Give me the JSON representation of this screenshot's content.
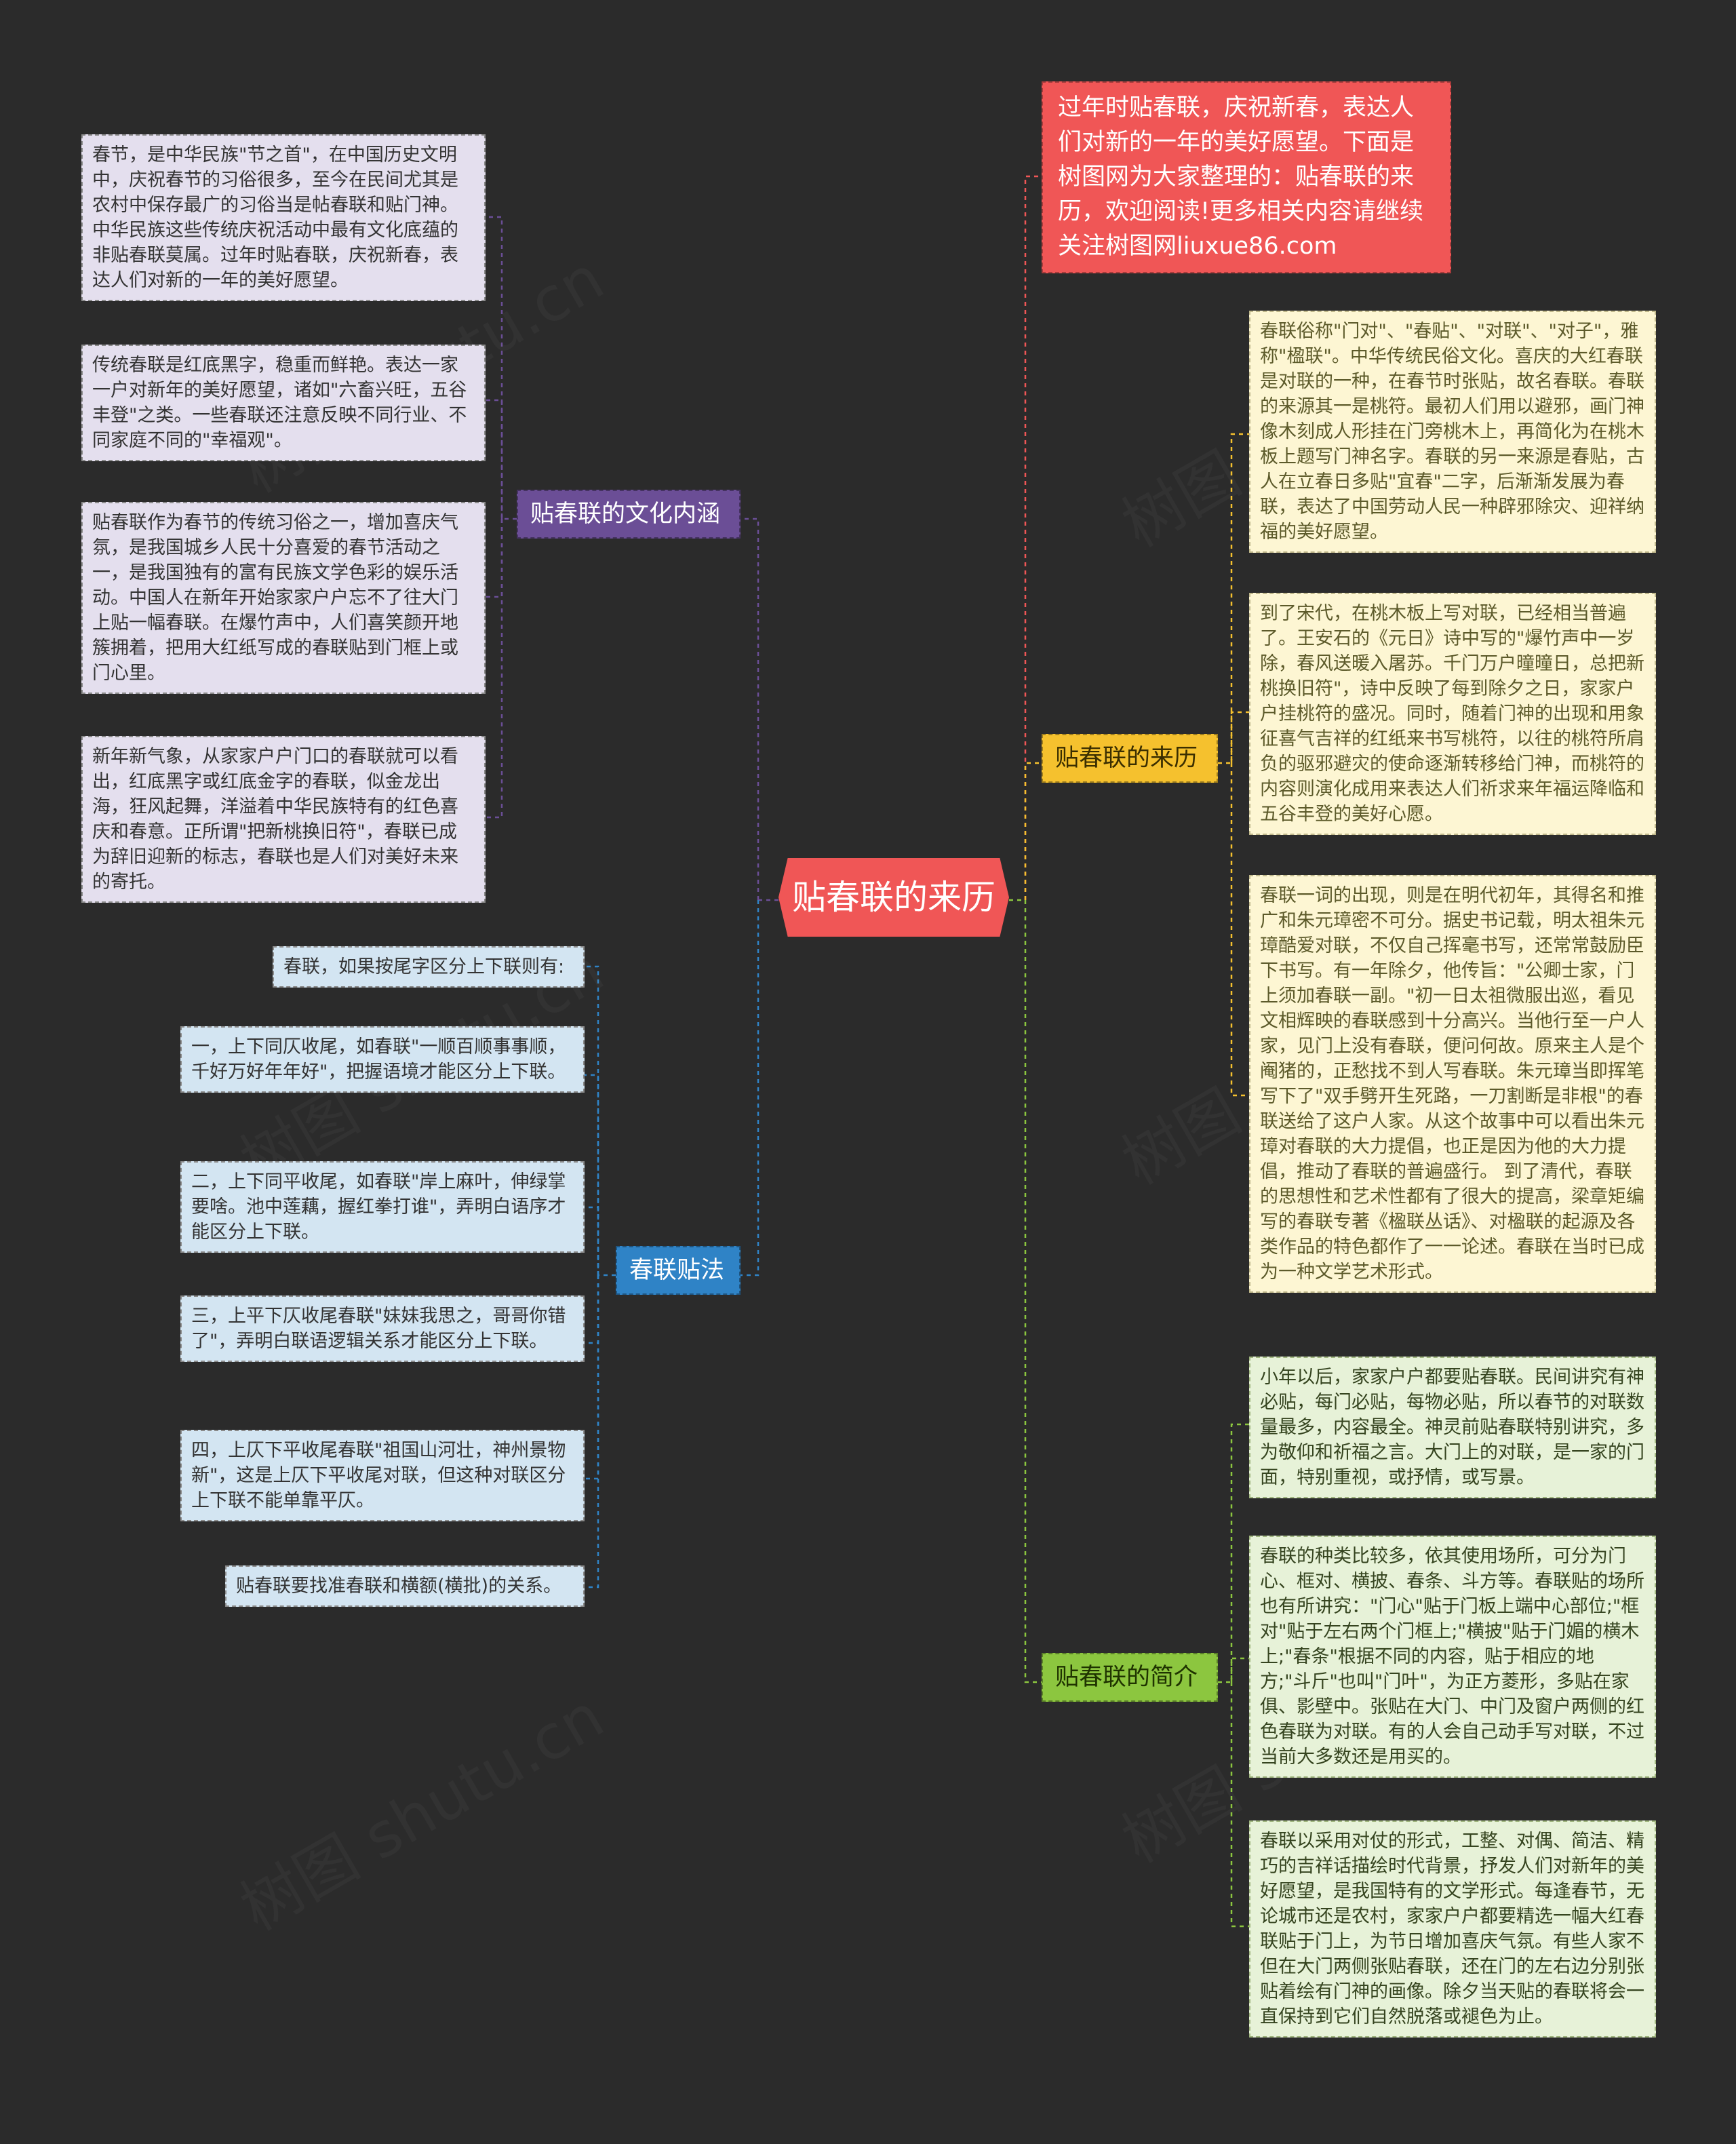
{
  "root": {
    "label": "贴春联的来历"
  },
  "intro": {
    "text": "过年时贴春联，庆祝新春，表达人们对新的一年的美好愿望。下面是树图网为大家整理的：贴春联的来历，欢迎阅读!更多相关内容请继续关注树图网liuxue86.com"
  },
  "branches": {
    "culture": {
      "label": "贴春联的文化内涵",
      "items": [
        "春节，是中华民族\"节之首\"，在中国历史文明中，庆祝春节的习俗很多，至今在民间尤其是农村中保存最广的习俗当是帖春联和贴门神。中华民族这些传统庆祝活动中最有文化底蕴的非贴春联莫属。过年时贴春联，庆祝新春，表达人们对新的一年的美好愿望。",
        "传统春联是红底黑字，稳重而鲜艳。表达一家一户对新年的美好愿望，诸如\"六畜兴旺，五谷丰登\"之类。一些春联还注意反映不同行业、不同家庭不同的\"幸福观\"。",
        "贴春联作为春节的传统习俗之一，增加喜庆气氛，是我国城乡人民十分喜爱的春节活动之一，是我国独有的富有民族文学色彩的娱乐活动。中国人在新年开始家家户户忘不了往大门上贴一幅春联。在爆竹声中，人们喜笑颜开地簇拥着，把用大红纸写成的春联贴到门框上或门心里。",
        "新年新气象，从家家户户门口的春联就可以看出，红底黑字或红底金字的春联，似金龙出海，狂风起舞，洋溢着中华民族特有的红色喜庆和春意。正所谓\"把新桃换旧符\"，春联已成为辞旧迎新的标志，春联也是人们对美好未来的寄托。"
      ]
    },
    "method": {
      "label": "春联贴法",
      "items": [
        "春联，如果按尾字区分上下联则有:",
        "一，上下同仄收尾，如春联\"一顺百顺事事顺，千好万好年年好\"，把握语境才能区分上下联。",
        "二，上下同平收尾，如春联\"岸上麻叶，伸绿掌要啥。池中莲藕，握红拳打谁\"，弄明白语序才能区分上下联。",
        "三，上平下仄收尾春联\"妹妹我思之，哥哥你错了\"，弄明白联语逻辑关系才能区分上下联。",
        "四，上仄下平收尾春联\"祖国山河壮，神州景物新\"，这是上仄下平收尾对联，但这种对联区分上下联不能单靠平仄。",
        "贴春联要找准春联和横额(横批)的关系。"
      ]
    },
    "origin": {
      "label": "贴春联的来历",
      "items": [
        "春联俗称\"门对\"、\"春贴\"、\"对联\"、\"对子\"，雅称\"楹联\"。中华传统民俗文化。喜庆的大红春联是对联的一种，在春节时张贴，故名春联。春联的来源其一是桃符。最初人们用以避邪，画门神像木刻成人形挂在门旁桃木上，再简化为在桃木板上题写门神名字。春联的另一来源是春贴，古人在立春日多贴\"宜春\"二字，后渐渐发展为春联，表达了中国劳动人民一种辟邪除灾、迎祥纳福的美好愿望。",
        "到了宋代，在桃木板上写对联，已经相当普遍了。王安石的《元日》诗中写的\"爆竹声中一岁除，春风送暖入屠苏。千门万户曈曈日，总把新桃换旧符\"，诗中反映了每到除夕之日，家家户户挂桃符的盛况。同时，随着门神的出现和用象征喜气吉祥的红纸来书写桃符，以往的桃符所肩负的驱邪避灾的使命逐渐转移给门神，而桃符的内容则演化成用来表达人们祈求来年福运降临和五谷丰登的美好心愿。",
        "春联一词的出现，则是在明代初年，其得名和推广和朱元璋密不可分。据史书记载，明太祖朱元璋酷爱对联，不仅自己挥毫书写，还常常鼓励臣下书写。有一年除夕，他传旨：\"公卿士家，门上须加春联一副。\"初一日太祖微服出巡，看见文相辉映的春联感到十分高兴。当他行至一户人家，见门上没有春联，便问何故。原来主人是个阉猪的，正愁找不到人写春联。朱元璋当即挥笔写下了\"双手劈开生死路，一刀割断是非根\"的春联送给了这户人家。从这个故事中可以看出朱元璋对春联的大力提倡，也正是因为他的大力提倡，推动了春联的普遍盛行。 到了清代，春联的思想性和艺术性都有了很大的提高，梁章矩编写的春联专著《楹联丛话》、对楹联的起源及各类作品的特色都作了一一论述。春联在当时已成为一种文学艺术形式。"
      ]
    },
    "intro_branch": {
      "label": "贴春联的简介",
      "items": [
        "小年以后，家家户户都要贴春联。民间讲究有神必贴，每门必贴，每物必贴，所以春节的对联数量最多，内容最全。神灵前贴春联特别讲究，多为敬仰和祈福之言。大门上的对联，是一家的门面，特别重视，或抒情，或写景。",
        "春联的种类比较多，依其使用场所，可分为门心、框对、横披、春条、斗方等。春联贴的场所也有所讲究：\"门心\"贴于门板上端中心部位;\"框对\"贴于左右两个门框上;\"横披\"贴于门媚的横木上;\"春条\"根据不同的内容，贴于相应的地方;\"斗斤\"也叫\"门叶\"，为正方菱形，多贴在家俱、影壁中。张贴在大门、中门及窗户两侧的红色春联为对联。有的人会自己动手写对联，不过当前大多数还是用买的。",
        "春联以采用对仗的形式，工整、对偶、简洁、精巧的吉祥话描绘时代背景，抒发人们对新年的美好愿望，是我国特有的文学形式。每逢春节，无论城市还是农村，家家户户都要精选一幅大红春联贴于门上，为节日增加喜庆气氛。有些人家不但在大门两侧张贴春联，还在门的左右边分别张贴着绘有门神的画像。除夕当天贴的春联将会一直保持到它们自然脱落或褪色为止。"
      ]
    }
  },
  "colors": {
    "background": "#2b2b2b",
    "root": "#f05656",
    "culture": "#6b4e96",
    "method": "#2f83c6",
    "origin": "#f5c12e",
    "intro": "#8cc63f"
  },
  "watermark": "树图 shutu.cn"
}
